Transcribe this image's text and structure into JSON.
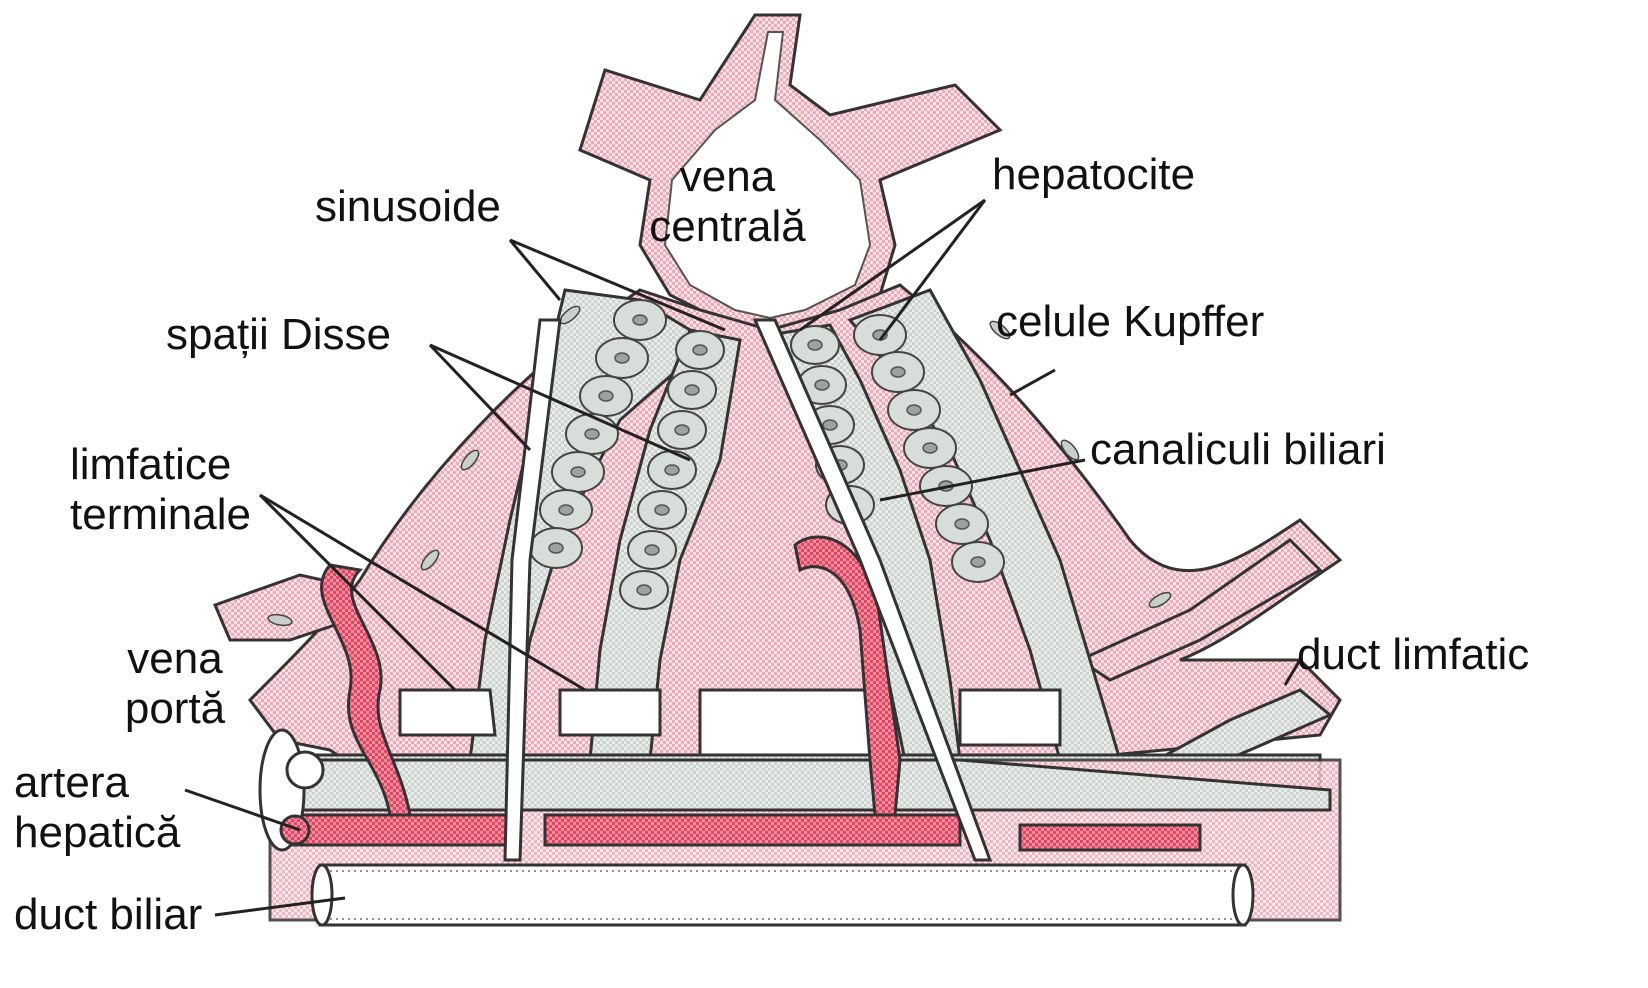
{
  "labels": {
    "vena_centrala_line1": "vena",
    "vena_centrala_line2": "centrală",
    "sinusoide": "sinusoide",
    "hepatocite": "hepatocite",
    "spatii_disse": "spații Disse",
    "celule_kupffer": "celule Kupffer",
    "limfatice_line1": "limfatice",
    "limfatice_line2": "terminale",
    "canaliculi_biliari": "canaliculi biliari",
    "duct_limfatic": "duct limfatic",
    "vena_porta_line1": "vena",
    "vena_porta_line2": "portă",
    "artera_line1": "artera",
    "artera_line2": "hepatică",
    "duct_biliar": "duct biliar"
  },
  "colors": {
    "pink_tissue": "#f6c6cf",
    "artery_red": "#e8506a",
    "cell_grey": "#d7ddd8",
    "outline": "#333333"
  }
}
